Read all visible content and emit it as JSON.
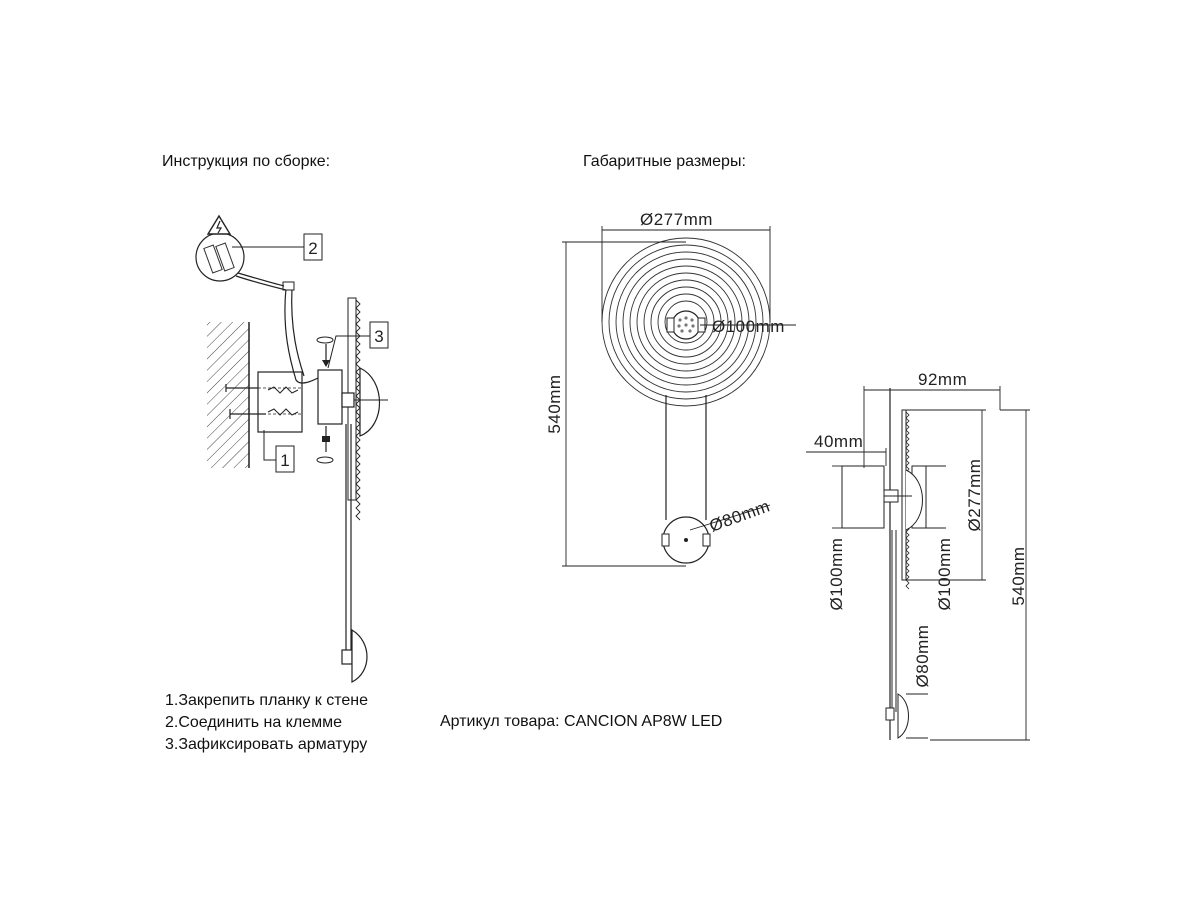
{
  "headings": {
    "assembly": "Инструкция по сборке:",
    "dimensions": "Габаритные размеры:"
  },
  "assembly": {
    "callouts": [
      "1",
      "2",
      "3"
    ],
    "steps": [
      "1.Закрепить планку к стене",
      "2.Соединить на клемме",
      "3.Зафиксировать арматуру"
    ]
  },
  "article": "Артикул товара: CANCION AP8W LED",
  "front_view": {
    "d277": "Ø277mm",
    "d100": "Ø100mm",
    "d80": "Ø80mm",
    "h540": "540mm"
  },
  "side_view": {
    "w92": "92mm",
    "w40": "40mm",
    "d100_left": "Ø100mm",
    "d100_right": "Ø100mm",
    "d277": "Ø277mm",
    "h540": "540mm",
    "d80": "Ø80mm"
  },
  "icons": [
    "warning-icon",
    "screw-icon",
    "wire-terminal-icon"
  ]
}
